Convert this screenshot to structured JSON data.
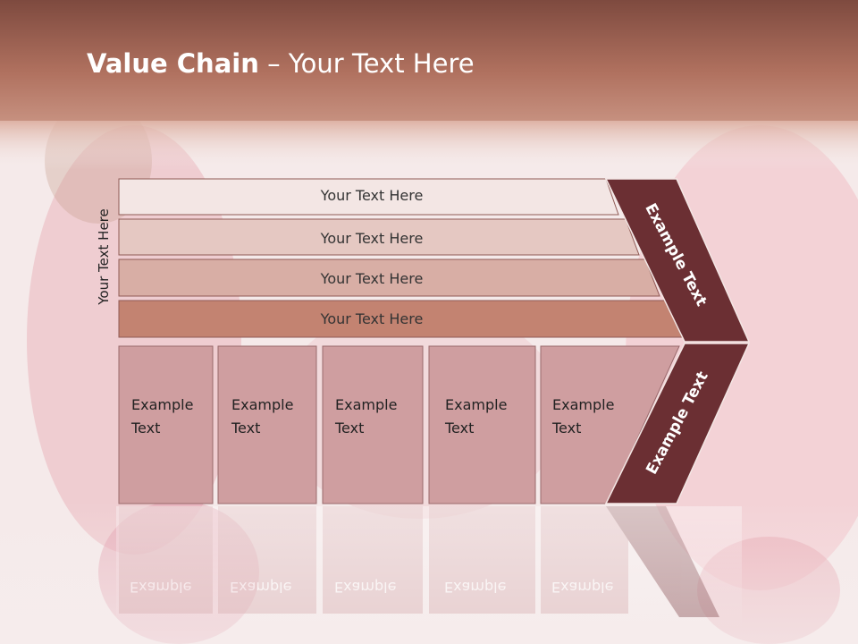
{
  "title": {
    "bold": "Value Chain",
    "rest": "– Your Text Here"
  },
  "side_label": "Your Text Here",
  "rows": [
    {
      "label": "Your Text Here"
    },
    {
      "label": "Your Text Here"
    },
    {
      "label": "Your Text Here"
    },
    {
      "label": "Your Text Here"
    }
  ],
  "columns": [
    {
      "line1": "Example",
      "line2": "Text"
    },
    {
      "line1": "Example",
      "line2": "Text"
    },
    {
      "line1": "Example",
      "line2": "Text"
    },
    {
      "line1": "Example",
      "line2": "Text"
    },
    {
      "line1": "Example",
      "line2": "Text"
    }
  ],
  "arrow_top_label": "Example Text",
  "arrow_bottom_label": "Example Text",
  "colors": {
    "header": "#a9685a",
    "row1": "#f3e6e4",
    "row2": "#e5c8c2",
    "row3": "#d8aea5",
    "row4": "#c38371",
    "column": "#cf9ea0",
    "arrow": "#6b2f33"
  }
}
